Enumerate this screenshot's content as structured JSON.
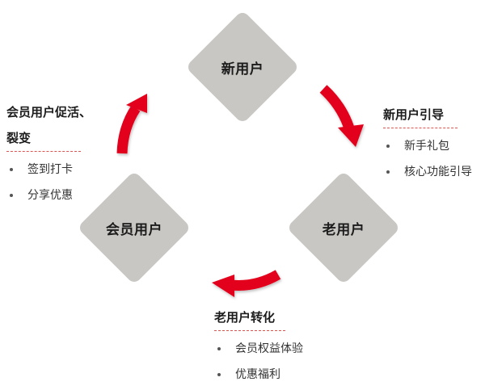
{
  "nodes": {
    "new_user": "新用户",
    "old_user": "老用户",
    "member_user": "会员用户"
  },
  "panels": {
    "new_user_guide": {
      "title": "新用户引导",
      "items": [
        "新手礼包",
        "核心功能引导"
      ]
    },
    "old_user_conversion": {
      "title": "老用户转化",
      "items": [
        "会员权益体验",
        "优惠福利"
      ]
    },
    "member_promotion": {
      "title_line1": "会员用户促活、",
      "title_line2": "裂变",
      "items": [
        "签到打卡",
        "分享优惠"
      ]
    }
  },
  "colors": {
    "arrow": "#e3001b",
    "diamond": "#c9c7c3",
    "divider": "#d9534f"
  }
}
